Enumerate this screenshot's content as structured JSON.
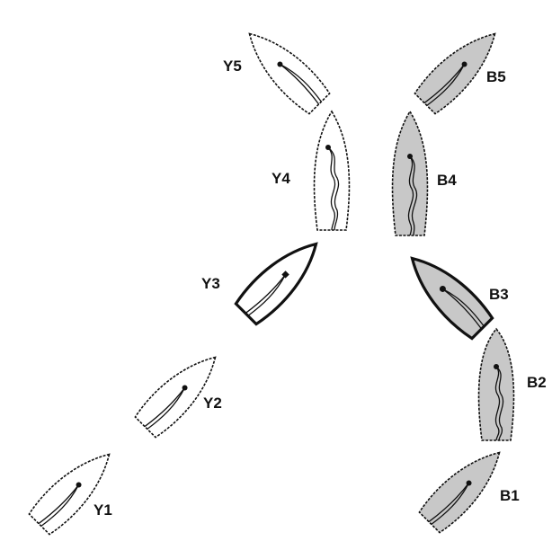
{
  "boats": [
    {
      "id": "Y1",
      "label": "Y1",
      "fleet": "yellow",
      "hull": "white",
      "sail": "double"
    },
    {
      "id": "Y2",
      "label": "Y2",
      "fleet": "yellow",
      "hull": "white",
      "sail": "double"
    },
    {
      "id": "Y3",
      "label": "Y3",
      "fleet": "yellow",
      "hull": "white",
      "sail": "double",
      "highlighted": true
    },
    {
      "id": "Y4",
      "label": "Y4",
      "fleet": "yellow",
      "hull": "white",
      "sail": "wavy"
    },
    {
      "id": "Y5",
      "label": "Y5",
      "fleet": "yellow",
      "hull": "white",
      "sail": "double"
    },
    {
      "id": "B1",
      "label": "B1",
      "fleet": "blue",
      "hull": "gray",
      "sail": "double"
    },
    {
      "id": "B2",
      "label": "B2",
      "fleet": "blue",
      "hull": "gray",
      "sail": "wavy"
    },
    {
      "id": "B3",
      "label": "B3",
      "fleet": "blue",
      "hull": "gray",
      "sail": "double",
      "highlighted": true
    },
    {
      "id": "B4",
      "label": "B4",
      "fleet": "blue",
      "hull": "gray",
      "sail": "wavy"
    },
    {
      "id": "B5",
      "label": "B5",
      "fleet": "blue",
      "hull": "gray",
      "sail": "double"
    }
  ],
  "colors": {
    "white_hull": "#ffffff",
    "gray_hull": "#c8c8c8",
    "outline": "#111111"
  }
}
